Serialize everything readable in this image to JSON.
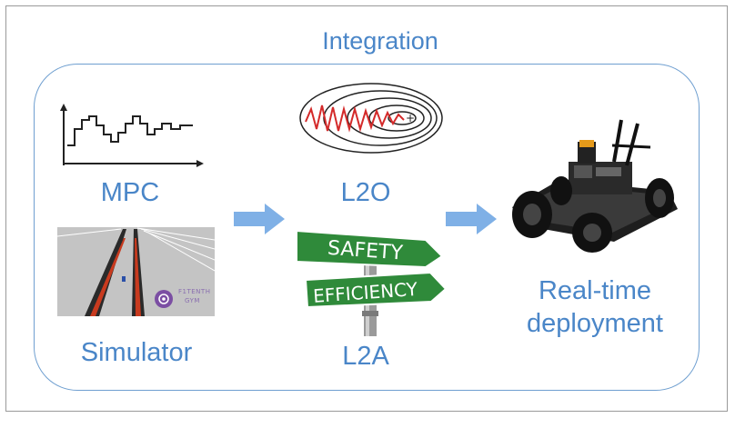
{
  "labels": {
    "integration": "Integration",
    "mpc": "MPC",
    "l2o": "L2O",
    "simulator": "Simulator",
    "l2a": "L2A",
    "deployment_line1": "Real-time",
    "deployment_line2": "deployment"
  },
  "signpost": {
    "top_sign": "SAFETY",
    "bottom_sign": "EFFICIENCY"
  },
  "simulator_logo": {
    "line1": "F1TENTH",
    "line2": "GYM"
  },
  "colors": {
    "label_blue": "#4a86c8",
    "border_blue": "#6f9fd0",
    "arrow_blue": "#7fb0e6",
    "sign_green": "#2f8a3a"
  }
}
